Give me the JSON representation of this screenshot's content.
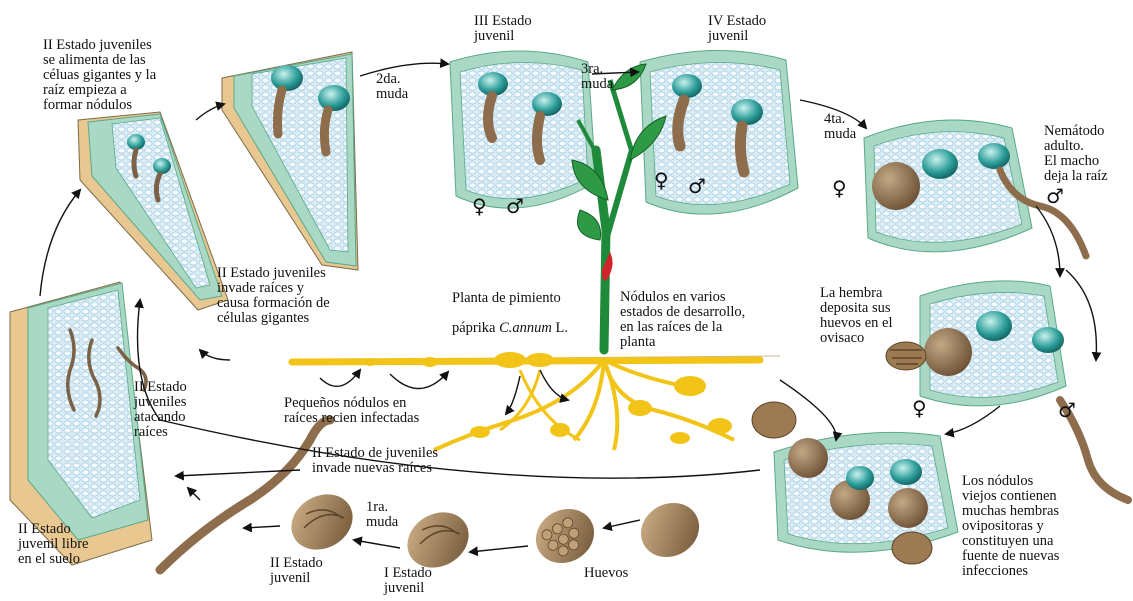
{
  "labels": {
    "stage2_feeds": "II Estado juveniles\nse alimenta de las\ncéluas gigantes y la\nraíz  empieza a\nformar nódulos",
    "second_molt": "2da.\nmuda",
    "stage3": "III Estado\njuvenil",
    "third_molt": "3ra.\nmuda",
    "stage4": "IV Estado\njuvenil",
    "fourth_molt": "4ta.\nmuda",
    "adult_nematode": "Nemátodo\nadulto.\nEl macho\ndeja la raíz",
    "stage2_invades": "II Estado juveniles\ninvade raíces y\ncausa formación de\ncélulas gigantes",
    "plant_line1": "Planta de pimiento",
    "plant_line2_prefix": "páprika ",
    "plant_species": "C.annum",
    "plant_suffix": " L.",
    "nodules_various": "Nódulos en varios\nestados de desarrollo,\nen las raíces de la\nplanta",
    "female_deposits": "La hembra\ndeposita sus\nhuevos en el\novisaco",
    "stage2_attacking": "II Estado\njuveniles\natacando\nraíces",
    "small_nodules": "Pequeños nódulos en\nraíces recien infectadas",
    "stage2_new_roots": "II Estado de juveniles\ninvade nuevas raíces",
    "old_nodules": "Los nódulos\nviejos contienen\nmuchas hembras\novipositoras y\nconstituyen una\nfuente de  nuevas\ninfecciones",
    "stage2_free": "II Estado\njuvenil libre\nen el suelo",
    "first_molt": "1ra.\nmuda",
    "stage2_juvenile": "II Estado\njuvenil",
    "stage1_juvenile": "I Estado\njuvenil",
    "eggs": "Huevos"
  },
  "symbols": {
    "female": "♀",
    "male": "♂"
  },
  "colors": {
    "tissue_green": "#a9d9c4",
    "tissue_edge": "#5aa88a",
    "cell_fill": "#dbeef8",
    "giant_cell": "#2e9e9a",
    "nematode_brown": "#9b7b5a",
    "root_yellow": "#f2c418",
    "plant_green": "#1e8a3a",
    "pepper_red": "#d2232a",
    "root_skin": "#e8c890"
  }
}
